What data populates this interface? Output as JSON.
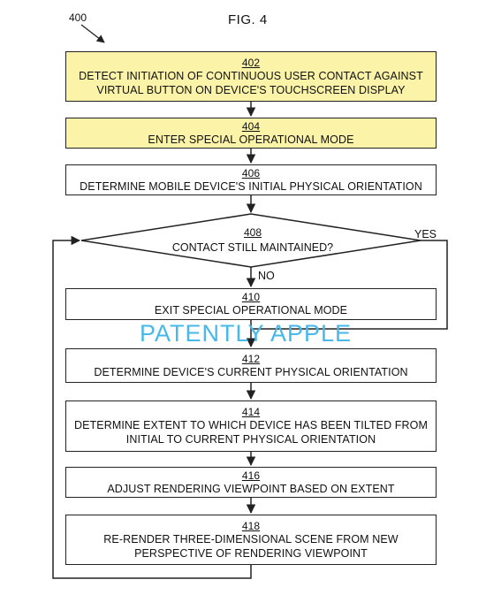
{
  "figure": {
    "title": "FIG. 4",
    "ref": "400"
  },
  "steps": [
    {
      "num": "402",
      "lines": [
        "DETECT INITIATION OF CONTINUOUS USER CONTACT AGAINST",
        "VIRTUAL BUTTON ON DEVICE'S TOUCHSCREEN DISPLAY"
      ],
      "highlight": true
    },
    {
      "num": "404",
      "lines": [
        "ENTER SPECIAL OPERATIONAL MODE"
      ],
      "highlight": true
    },
    {
      "num": "406",
      "lines": [
        "DETERMINE MOBILE DEVICE'S INITIAL PHYSICAL ORIENTATION"
      ],
      "highlight": false
    },
    {
      "num": "410",
      "lines": [
        "EXIT SPECIAL OPERATIONAL MODE"
      ],
      "highlight": false
    },
    {
      "num": "412",
      "lines": [
        "DETERMINE DEVICE'S CURRENT PHYSICAL ORIENTATION"
      ],
      "highlight": false
    },
    {
      "num": "414",
      "lines": [
        "DETERMINE EXTENT TO WHICH DEVICE HAS BEEN TILTED FROM",
        "INITIAL TO CURRENT PHYSICAL ORIENTATION"
      ],
      "highlight": false
    },
    {
      "num": "416",
      "lines": [
        "ADJUST RENDERING VIEWPOINT BASED ON EXTENT"
      ],
      "highlight": false
    },
    {
      "num": "418",
      "lines": [
        "RE-RENDER THREE-DIMENSIONAL SCENE FROM NEW",
        "PERSPECTIVE OF RENDERING VIEWPOINT"
      ],
      "highlight": false
    }
  ],
  "decision": {
    "num": "408",
    "label": "CONTACT STILL MAINTAINED?",
    "yes": "YES",
    "no": "NO"
  },
  "watermark": "PATENTLY APPLE",
  "colors": {
    "highlight": "#fbf3a7",
    "watermark": "#46b9e8",
    "line": "#222222"
  }
}
